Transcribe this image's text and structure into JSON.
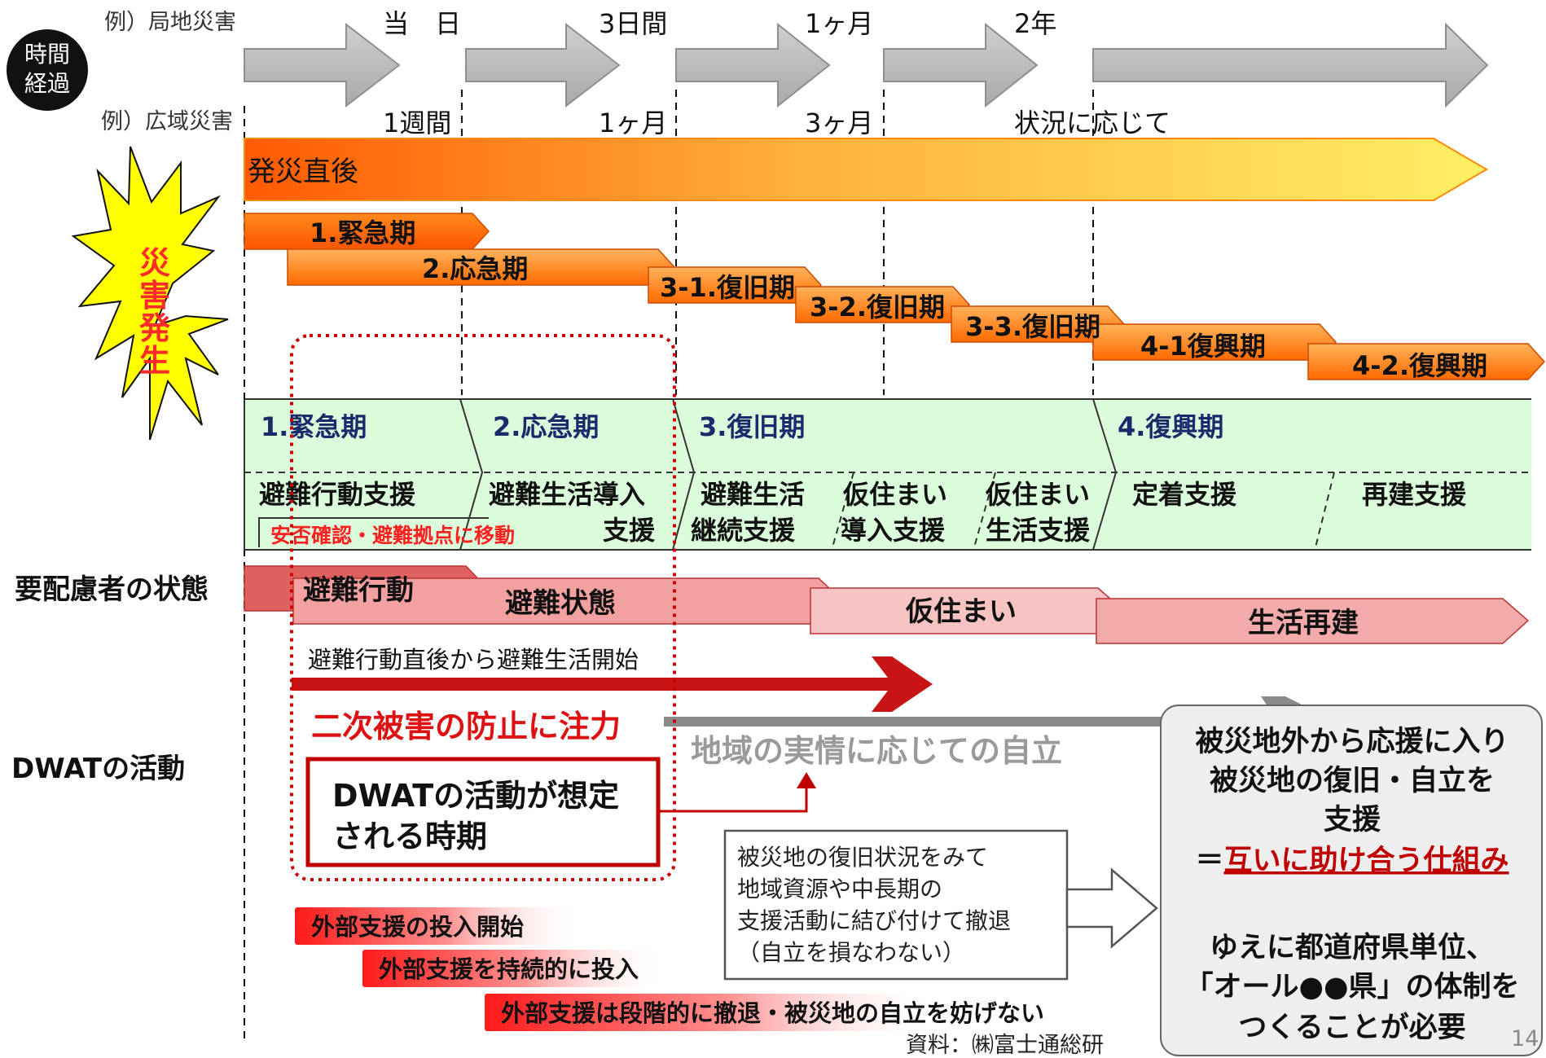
{
  "header": {
    "time_circle_line1": "時間",
    "time_circle_line2": "経過",
    "local_label": "例）局地災害",
    "wide_label": "例）広域災害",
    "local_marks": [
      "当　日",
      "3日間",
      "1ヶ月",
      "2年"
    ],
    "wide_marks": [
      "1週間",
      "1ヶ月",
      "3ヶ月",
      "状況に応じて"
    ]
  },
  "burst": {
    "chars": [
      "災",
      "害",
      "発",
      "生"
    ]
  },
  "main_arrow": "発災直後",
  "phases": [
    "1.緊急期",
    "2.応急期",
    "3-1.復旧期",
    "3-2.復旧期",
    "3-3.復旧期",
    "4-1復興期",
    "4-2.復興期"
  ],
  "band": {
    "stages": [
      "1.緊急期",
      "2.応急期",
      "3.復旧期",
      "4.復興期"
    ],
    "support": {
      "s1": "避難行動支援",
      "s1_note": "安否確認・避難拠点に移動",
      "s2_line1": "避難生活導入",
      "s2_line2": "支援",
      "s3_line1": "避難生活",
      "s3_line2": "継続支援",
      "s4_line1": "仮住まい",
      "s4_line2": "導入支援",
      "s5_line1": "仮住まい",
      "s5_line2": "生活支援",
      "s6": "定着支援",
      "s7": "再建支援"
    }
  },
  "needs": {
    "label": "要配慮者の状態",
    "states": [
      "避難行動",
      "避難状態",
      "仮住まい",
      "生活再建"
    ]
  },
  "dwat": {
    "label": "DWATの活動",
    "arrow_caption": "避難行動直後から避難生活開始",
    "focus_text": "二次被害の防止に注力",
    "independence_text": "地域の実情に応じての自立",
    "period_box_line1": "DWATの活動が想定",
    "period_box_line2": "される時期",
    "withdraw_box_lines": [
      "被災地の復旧状況をみて",
      "地域資源や中長期の",
      "支援活動に結び付けて撤退",
      "（自立を損なわない）"
    ]
  },
  "external": [
    "外部支援の投入開始",
    "外部支援を持続的に投入",
    "外部支援は段階的に撤退・被災地の自立を妨げない"
  ],
  "summary": {
    "line1": "被災地外から応援に入り",
    "line2": "被災地の復旧・自立を",
    "line3": "支援",
    "line4_prefix": "＝",
    "line4_underlined": "互いに助け合う仕組み",
    "line5": "ゆえに都道府県単位、",
    "line6": "「オール●●県」の体制を",
    "line7": "つくることが必要"
  },
  "source": "資料：㈱富士通総研",
  "page_number": "14",
  "colors": {
    "gray_arrow": "#bdbdbd",
    "band_green": "#dcfddc",
    "accent_red": "#c00000",
    "dark_red_arrow": "#c81414",
    "summary_bg": "#eeeeee"
  }
}
